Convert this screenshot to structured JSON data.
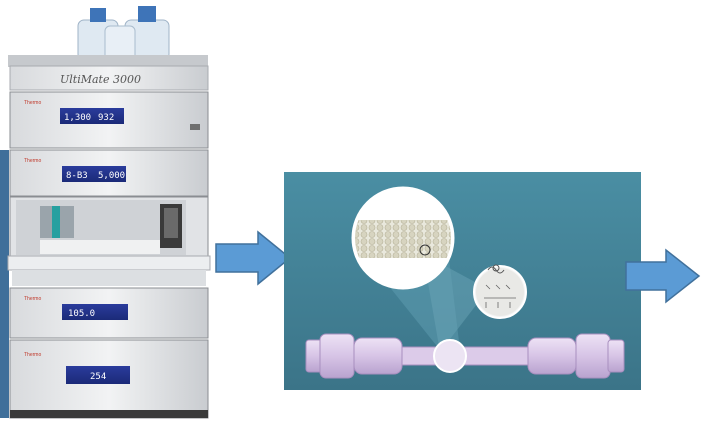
{
  "instrument": {
    "brand_label": "UltiMate 3000",
    "modules": [
      {
        "maker": "Thermo",
        "displays": [
          "1,300",
          "932"
        ]
      },
      {
        "maker": "Thermo",
        "displays": [
          "8-B3",
          "5,000"
        ]
      },
      {
        "maker": "Thermo",
        "displays": [
          "105.0"
        ]
      },
      {
        "maker": "Thermo",
        "displays": [
          "254"
        ]
      }
    ]
  },
  "colors": {
    "arrow": "#5b9bd5",
    "arrow_stroke": "#41719c",
    "panel": "#3f7f94",
    "column": "#d9c8e6",
    "column_stroke": "#a88fbf"
  }
}
